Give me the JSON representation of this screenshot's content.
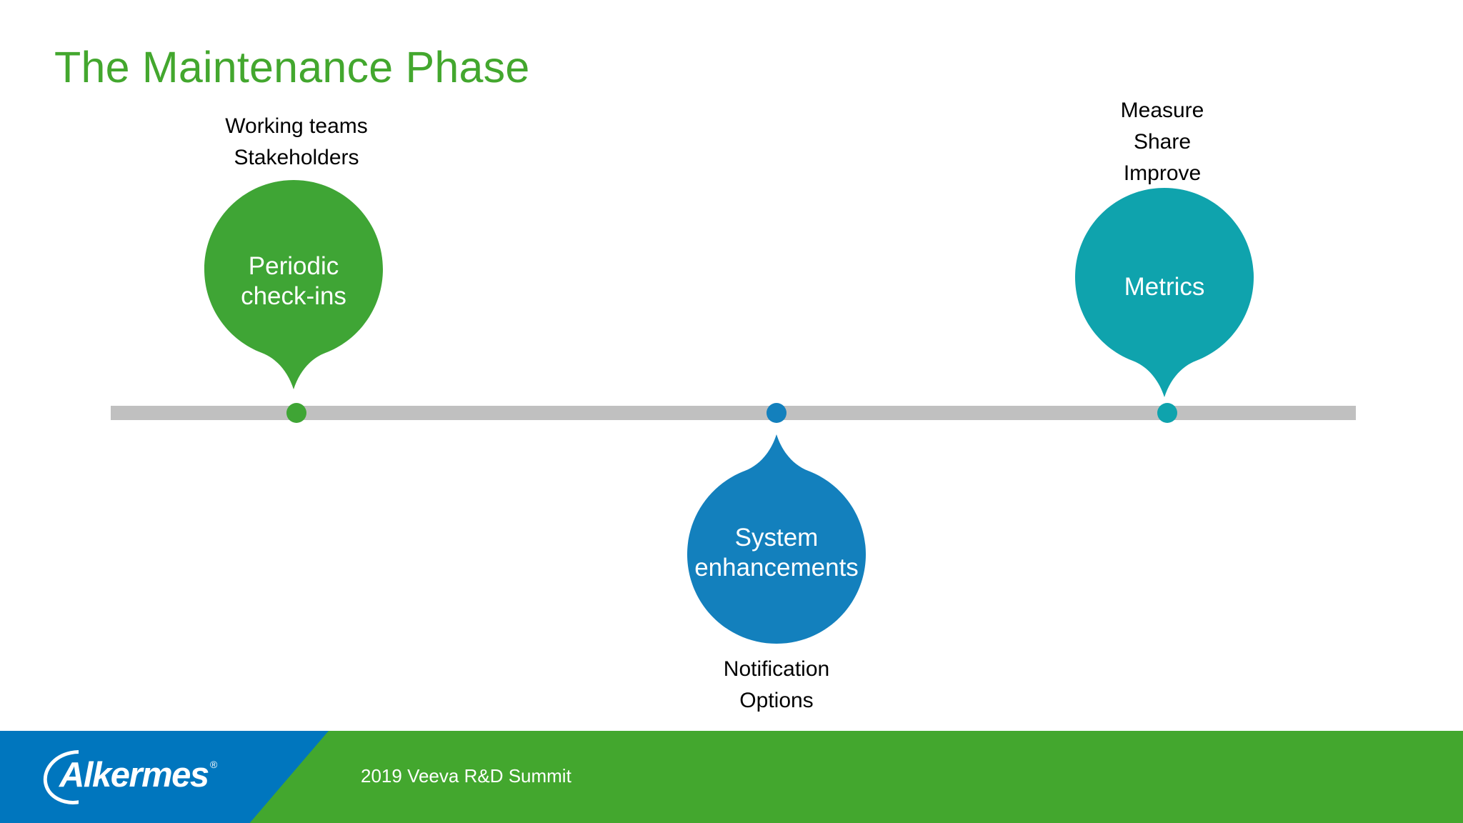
{
  "slide": {
    "title": "The Maintenance Phase",
    "background_color": "#ffffff",
    "title_color": "#43a72e"
  },
  "timeline": {
    "bar_color": "#c0c0c0",
    "milestones": [
      {
        "id": "periodic-check-ins",
        "marker_label": "Periodic\ncheck-ins",
        "marker_label_line1": "Periodic",
        "marker_label_line2": "check-ins",
        "caption_line1": "Working teams",
        "caption_line2": "Stakeholders",
        "caption_line3": "",
        "color": "#3fa535",
        "position": "above"
      },
      {
        "id": "system-enhancements",
        "marker_label": "System\nenhancements",
        "marker_label_line1": "System",
        "marker_label_line2": "enhancements",
        "caption_line1": "Notification",
        "caption_line2": "Options",
        "caption_line3": "",
        "color": "#1380bd",
        "position": "below"
      },
      {
        "id": "metrics",
        "marker_label": "Metrics",
        "marker_label_line1": "Metrics",
        "marker_label_line2": "",
        "caption_line1": "Measure",
        "caption_line2": "Share",
        "caption_line3": "Improve",
        "color": "#0fa3ad",
        "position": "above"
      }
    ]
  },
  "footer": {
    "brand_name": "Alkermes",
    "brand_registered_mark": "®",
    "event_note": "2019 Veeva R&D Summit",
    "blue_color": "#0076be",
    "green_color": "#43a72e"
  }
}
